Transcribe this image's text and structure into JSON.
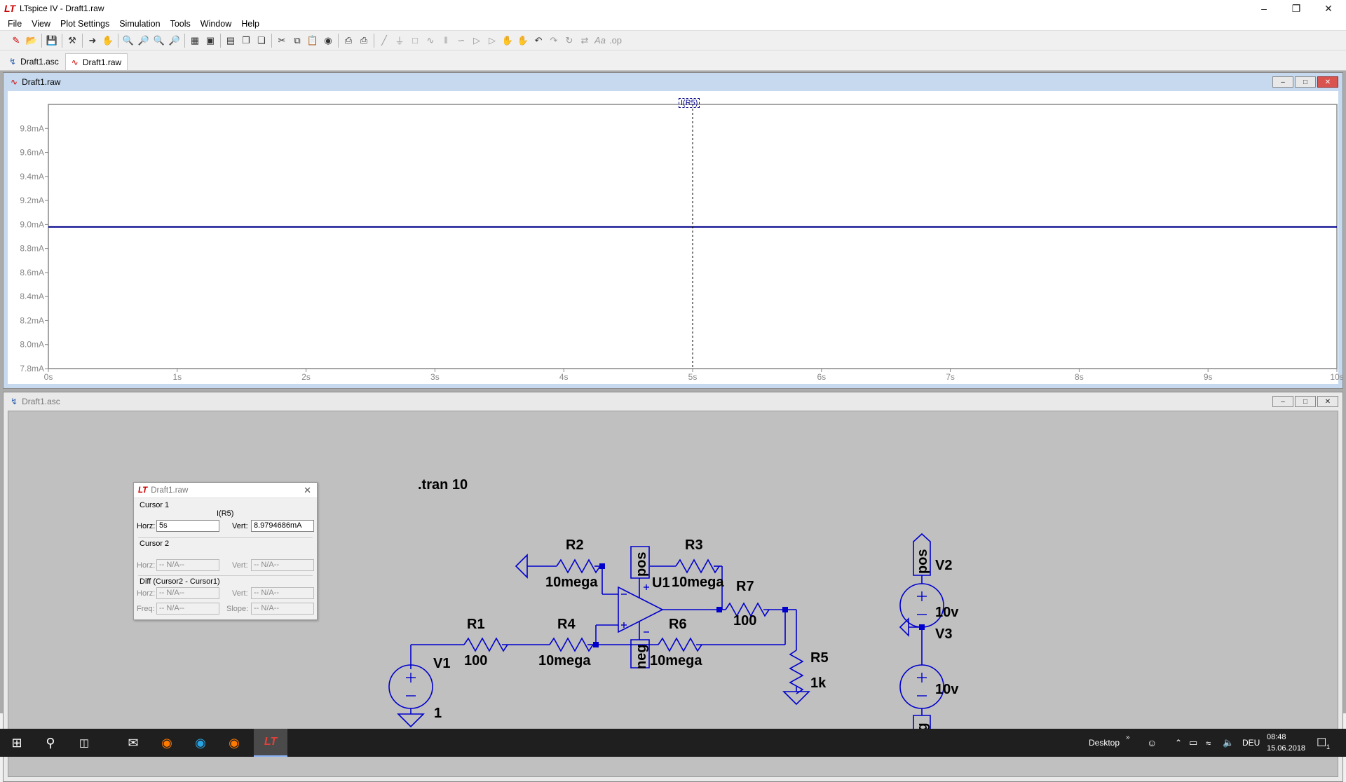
{
  "window": {
    "title": "LTspice IV - Draft1.raw",
    "app_icon": "ltspice-icon"
  },
  "menu": [
    "File",
    "View",
    "Plot Settings",
    "Simulation",
    "Tools",
    "Window",
    "Help"
  ],
  "tabs": [
    {
      "label": "Draft1.asc",
      "icon": "schematic-icon"
    },
    {
      "label": "Draft1.raw",
      "icon": "waveform-icon"
    }
  ],
  "plot_window": {
    "title": "Draft1.raw"
  },
  "schematic_window": {
    "title": "Draft1.asc"
  },
  "chart_data": {
    "type": "line",
    "series": [
      {
        "name": "I(R5)",
        "x": [
          0,
          10
        ],
        "y": [
          8.9794686,
          8.9794686
        ],
        "color": "#00008b"
      }
    ],
    "xlim": [
      0,
      10
    ],
    "ylim": [
      7.8,
      10.0
    ],
    "x_ticks": [
      "0s",
      "1s",
      "2s",
      "3s",
      "4s",
      "5s",
      "6s",
      "7s",
      "8s",
      "9s",
      "10s"
    ],
    "y_ticks": [
      "7.8mA",
      "8.0mA",
      "8.2mA",
      "8.4mA",
      "8.6mA",
      "8.8mA",
      "9.0mA",
      "9.2mA",
      "9.4mA",
      "9.6mA",
      "9.8mA"
    ],
    "x_unit": "s",
    "y_unit": "mA",
    "cursor_x": 5,
    "grid": false
  },
  "schematic": {
    "directive": ".tran 10",
    "labels": {
      "r1": "R1",
      "r1v": "100",
      "r2": "R2",
      "r2v": "10mega",
      "r3": "R3",
      "r3v": "10mega",
      "r4": "R4",
      "r4v": "10mega",
      "r5": "R5",
      "r5v": "1k",
      "r6": "R6",
      "r6v": "10mega",
      "r7": "R7",
      "r7v": "100",
      "u1": "U1",
      "v1": "V1",
      "v1v": "1",
      "v2": "V2",
      "v2v": "10v",
      "v3": "V3",
      "v3v": "10v",
      "pos": "pos",
      "neg": "neg"
    }
  },
  "cursor_dialog": {
    "title": "Draft1.raw",
    "cursor1": "Cursor 1",
    "trace": "I(R5)",
    "horz_label": "Horz:",
    "vert_label": "Vert:",
    "horz1": "5s",
    "vert1": "8.9794686mA",
    "cursor2": "Cursor 2",
    "na": "-- N/A--",
    "diff": "Diff (Cursor2 - Cursor1)",
    "freq_label": "Freq:",
    "slope_label": "Slope:"
  },
  "taskbar": {
    "desktop": "Desktop",
    "lang": "DEU",
    "time": "08:48",
    "date": "15.06.2018",
    "notif_count": "1"
  }
}
